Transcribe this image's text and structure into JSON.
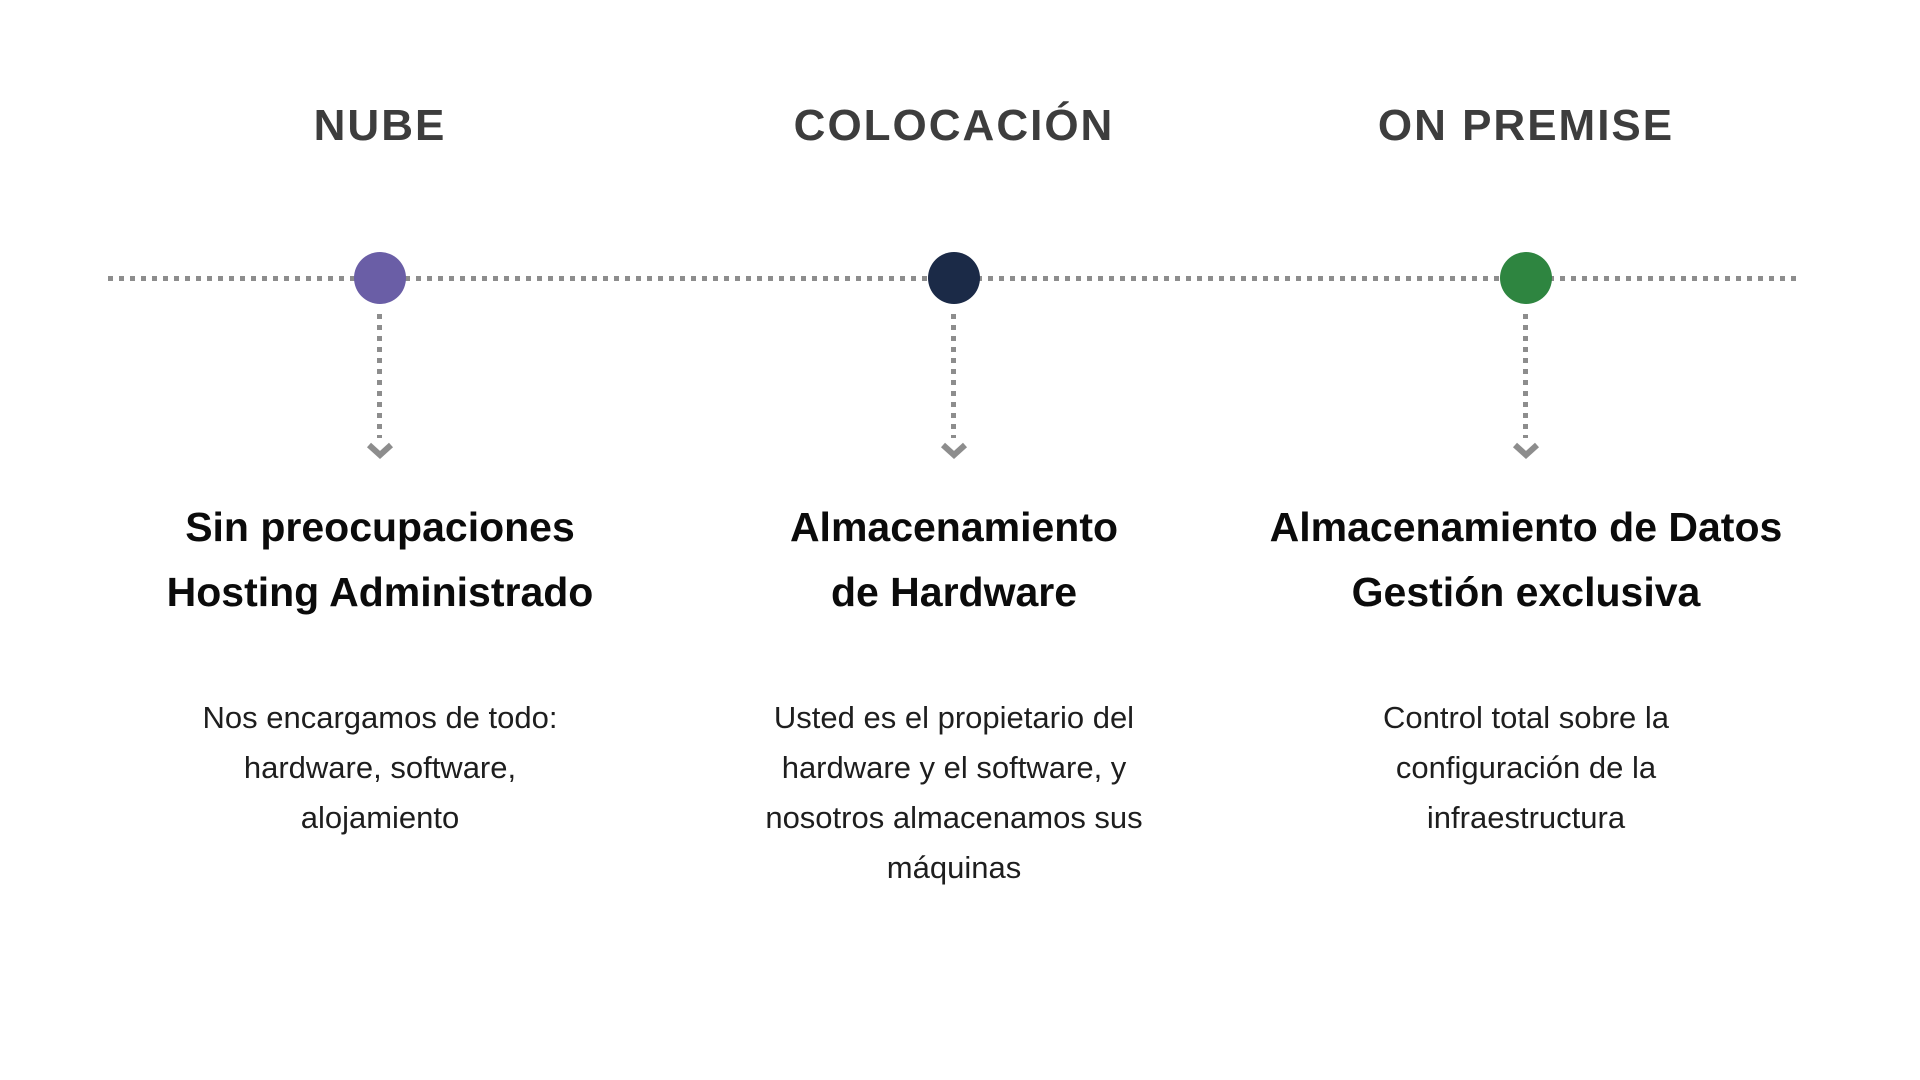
{
  "timeline": {
    "line_color": "#8d8d8d"
  },
  "columns": [
    {
      "label": "NUBE",
      "dot_color": "#6a5ea6",
      "heading_lines": [
        "Sin preocupaciones",
        "Hosting Administrado"
      ],
      "body_lines": [
        "Nos encargamos de todo:",
        "hardware, software,",
        "alojamiento"
      ]
    },
    {
      "label": "COLOCACIÓN",
      "dot_color": "#1b2a47",
      "heading_lines": [
        "Almacenamiento",
        "de Hardware"
      ],
      "body_lines": [
        "Usted es el propietario del",
        "hardware y el software, y",
        "nosotros almacenamos sus",
        "máquinas"
      ]
    },
    {
      "label": "ON PREMISE",
      "dot_color": "#2e8540",
      "heading_lines": [
        "Almacenamiento de Datos",
        "Gestión exclusiva"
      ],
      "body_lines": [
        "Control total sobre la",
        "configuración de la",
        "infraestructura"
      ]
    }
  ]
}
